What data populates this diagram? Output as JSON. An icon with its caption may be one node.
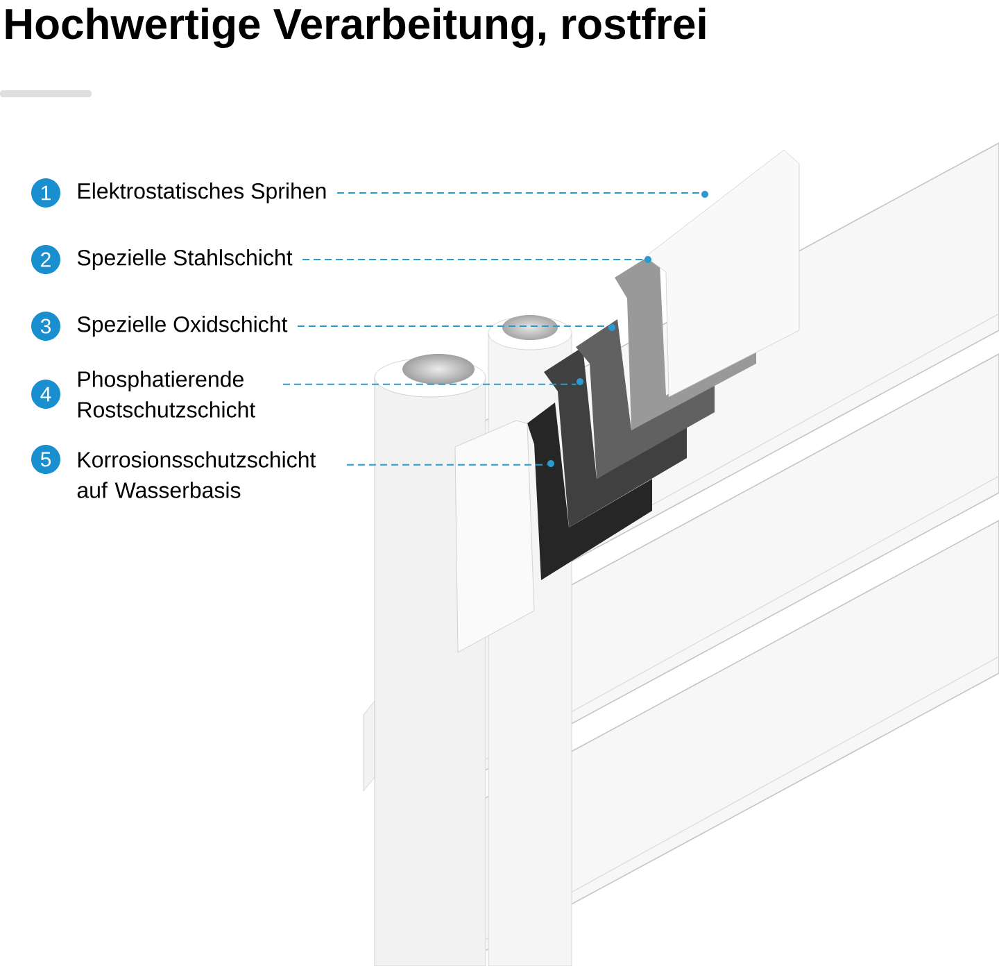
{
  "diagram": {
    "title": "Hochwertige Verarbeitung, rostfrei",
    "nodes": [
      {
        "text": [
          "Elektrostatisches Sprihen"
        ]
      },
      {
        "text": [
          "Spezielle Stahlschicht"
        ]
      },
      {
        "text": [
          "Spezielle Oxidschicht"
        ]
      },
      {
        "text": [
          "Phosphatierende Rostschutzschicht"
        ]
      },
      {
        "text": [
          "Korrosionsschutzschicht auf Wasserbasis"
        ]
      },
      {
        "text": [],
        "shape": "circle"
      },
      {
        "text": [],
        "shape": "circle"
      },
      {
        "text": [],
        "shape": "circle"
      },
      {
        "text": [],
        "shape": "circle"
      },
      {
        "text": [],
        "shape": "circle"
      }
    ],
    "edges": [
      {
        "from": 0,
        "to": 5,
        "arrow": "none",
        "style": "dashed"
      },
      {
        "from": 1,
        "to": 6,
        "arrow": "none",
        "style": "dashed"
      },
      {
        "from": 2,
        "to": 7,
        "arrow": "none",
        "style": "dashed"
      },
      {
        "from": 3,
        "to": 8,
        "arrow": "none",
        "style": "dashed"
      },
      {
        "from": 4,
        "to": 9,
        "arrow": "none",
        "style": "dashed"
      }
    ],
    "labels": [
      "1",
      "2",
      "3",
      "4",
      "5"
    ]
  }
}
